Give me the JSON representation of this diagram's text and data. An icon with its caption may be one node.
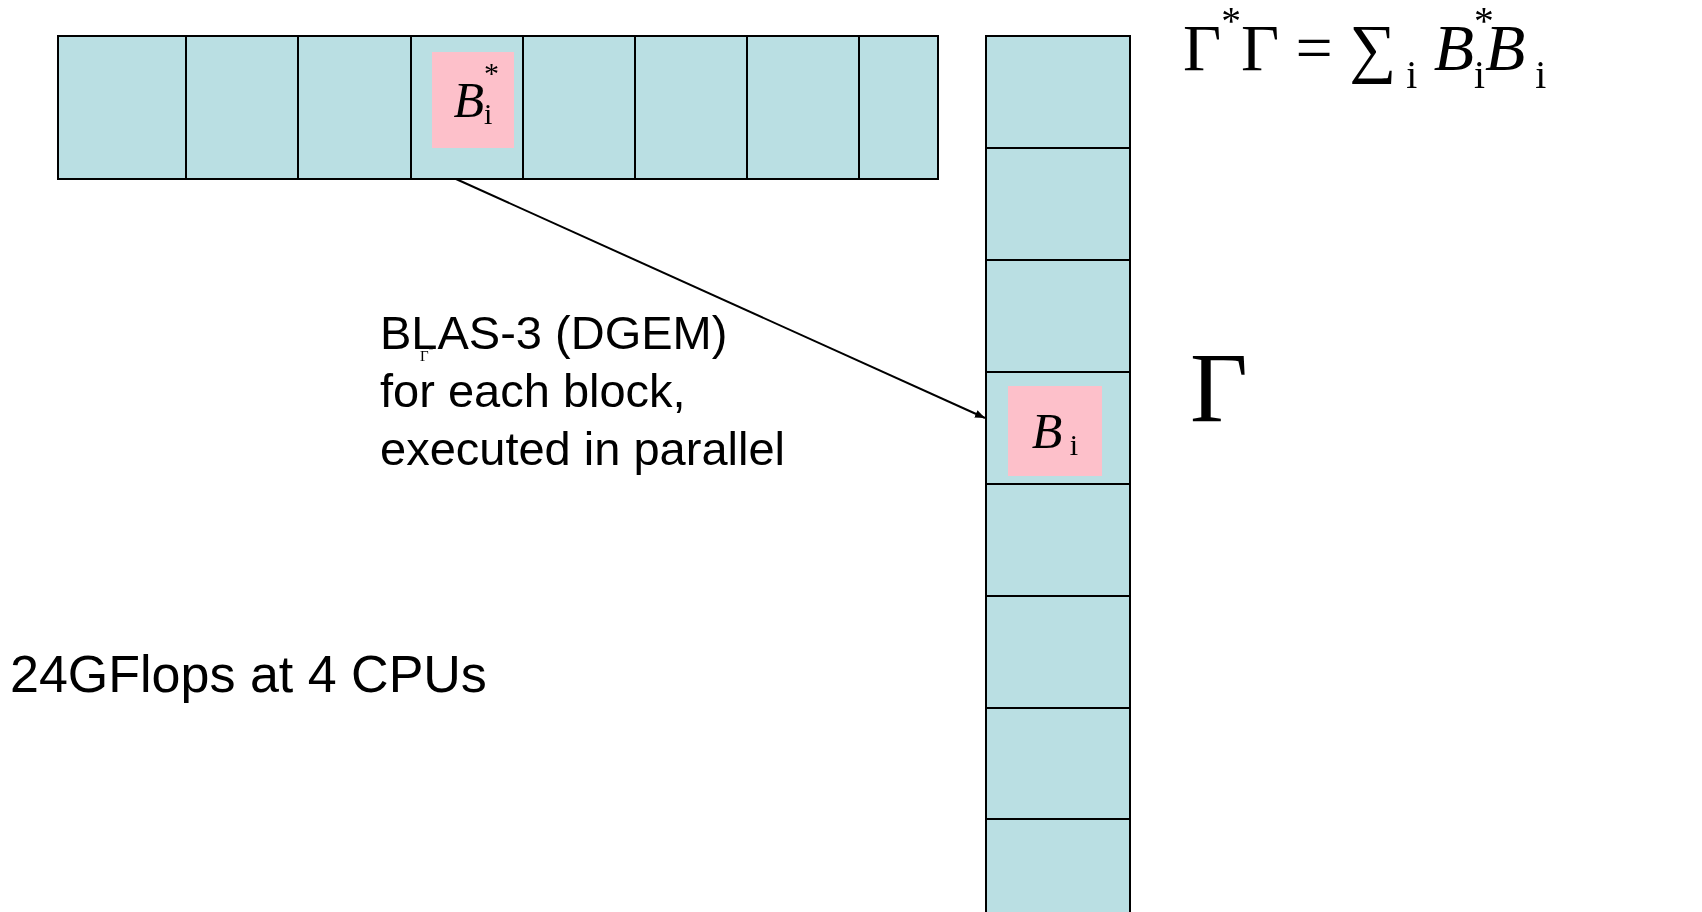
{
  "diagram": {
    "nodes": [
      {
        "text": [],
        "shape": "box"
      },
      {
        "text": [],
        "shape": "box"
      },
      {
        "text": [],
        "shape": "box"
      },
      {
        "text": [
          "*B*$^{*}$$_{i}$"
        ]
      },
      {
        "text": [],
        "shape": "box"
      },
      {
        "text": [],
        "shape": "box"
      },
      {
        "text": [],
        "shape": "box"
      },
      {
        "text": [],
        "shape": "box"
      },
      {
        "text": [],
        "shape": "box"
      },
      {
        "text": [],
        "shape": "box"
      },
      {
        "text": [],
        "shape": "box"
      },
      {
        "text": [
          "*B*$_{i}$"
        ]
      },
      {
        "text": [],
        "shape": "box"
      },
      {
        "text": [],
        "shape": "box"
      },
      {
        "text": [],
        "shape": "box"
      },
      {
        "text": [],
        "shape": "box"
      }
    ],
    "edges": [
      {
        "from": 3,
        "to": 11,
        "arrow": "to"
      }
    ],
    "labels": [
      "Γ$^{*}$Γ = ∑$_{i}$ *B*$^{*}$$_{i}$*B*$_{i}$",
      "BLAS-3 (DGEM) for each block, executed in parallel",
      "Γ$^{*}$",
      "Γ",
      "24GFlops at 4 CPUs"
    ]
  }
}
